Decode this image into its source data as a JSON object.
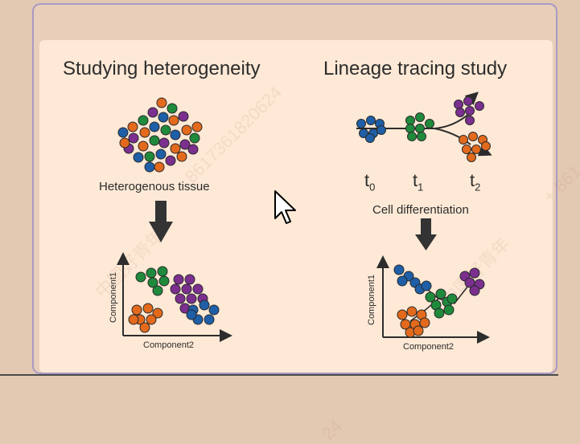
{
  "left_panel": {
    "title": "Studying heterogeneity",
    "caption": "Heterogenous tissue",
    "y_axis": "Component1",
    "x_axis": "Component2"
  },
  "right_panel": {
    "title": "Lineage tracing study",
    "times": [
      {
        "t": "t",
        "sub": "0"
      },
      {
        "t": "t",
        "sub": "1"
      },
      {
        "t": "t",
        "sub": "2"
      }
    ],
    "caption": "Cell differentiation",
    "y_axis": "Component1",
    "x_axis": "Component2"
  },
  "watermarks": {
    "phone": "8617361820624",
    "text_left": "中国好青年",
    "text_right": "中国好青年",
    "text_far_right": "+ 861",
    "bottom": "24"
  },
  "colors": {
    "blue": "#1f5fa8",
    "green": "#1f8a3c",
    "purple": "#7b2f8f",
    "orange": "#e36a1c",
    "ink": "#2c2c2c"
  }
}
